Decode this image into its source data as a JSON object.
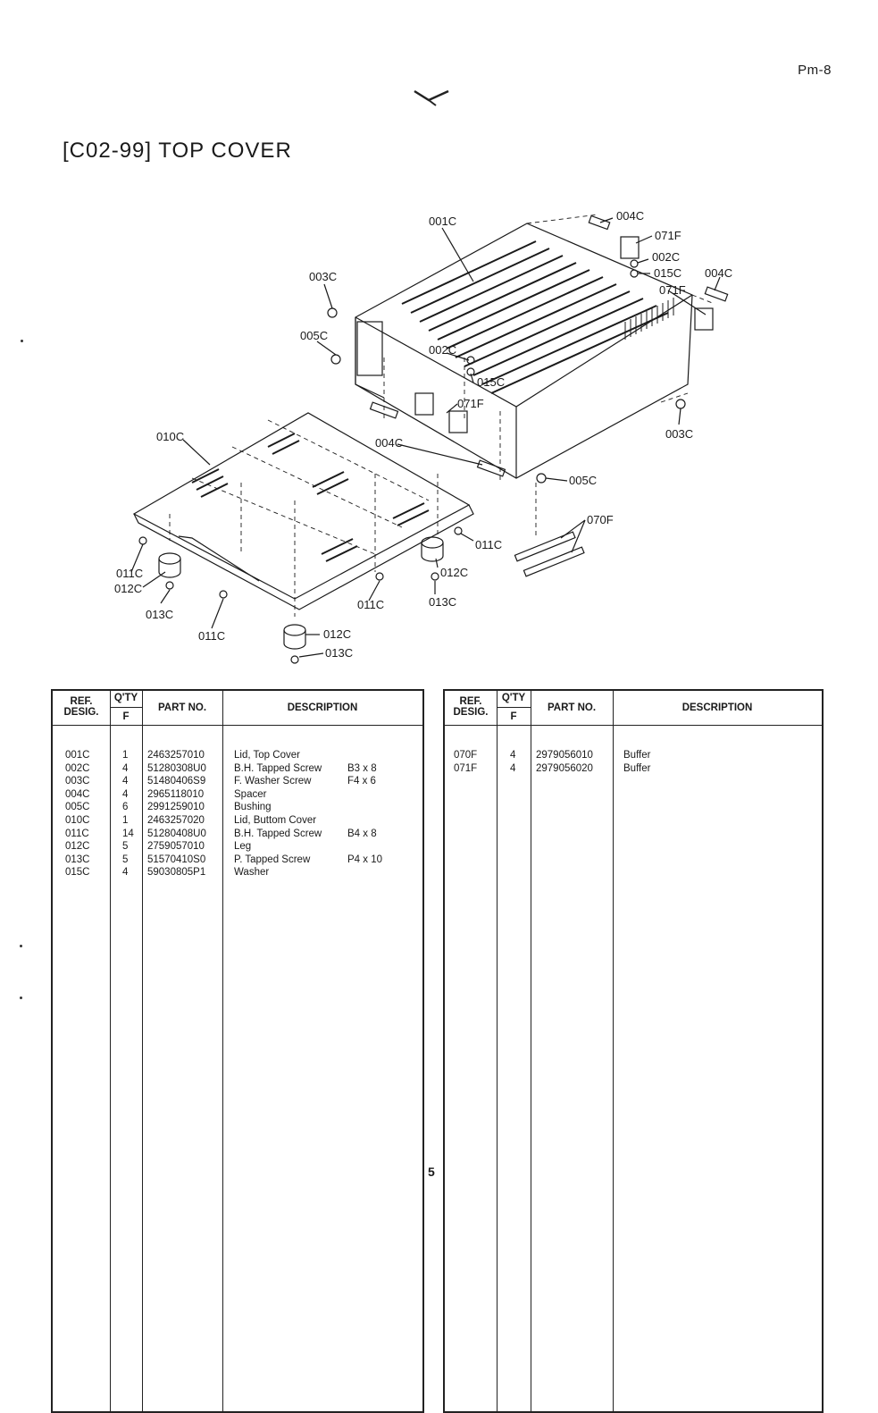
{
  "header": {
    "page_ref": "Pm-8",
    "title": "[C02-99] TOP COVER"
  },
  "diagram_labels": {
    "l001c": "001C",
    "l003c_top": "003C",
    "l005c_top": "005C",
    "l002c_mid": "002C",
    "l015c_mid": "015C",
    "l071f_mid": "071F",
    "l004c_mid": "004C",
    "l004c_tr": "004C",
    "l071f_tr": "071F",
    "l002c_tr": "002C",
    "l015c_tr": "015C",
    "l004c_r": "004C",
    "l071f_r": "071F",
    "l003c_r": "003C",
    "l005c_r": "005C",
    "l070f": "070F",
    "l010c": "010C",
    "l011c_r": "011C",
    "l012c_r": "012C",
    "l013c_r": "013C",
    "l011c_l": "011C",
    "l012c_l": "012C",
    "l013c_l": "013C",
    "l011c_bl": "011C",
    "l011c_bm": "011C",
    "l012c_b": "012C",
    "l013c_b": "013C"
  },
  "table_headers": {
    "ref_line1": "REF.",
    "ref_line2": "DESIG.",
    "qty": "Q'TY",
    "qty_sub": "F",
    "part_no": "PART NO.",
    "description": "DESCRIPTION"
  },
  "left_table": {
    "rows": [
      {
        "ref": "001C",
        "qty": "1",
        "part": "2463257010",
        "desc": "Lid, Top Cover",
        "spec": ""
      },
      {
        "ref": "002C",
        "qty": "4",
        "part": "51280308U0",
        "desc": "B.H. Tapped Screw",
        "spec": "B3 x 8"
      },
      {
        "ref": "003C",
        "qty": "4",
        "part": "51480406S9",
        "desc": "F. Washer Screw",
        "spec": "F4 x 6"
      },
      {
        "ref": "004C",
        "qty": "4",
        "part": "2965118010",
        "desc": "Spacer",
        "spec": ""
      },
      {
        "ref": "005C",
        "qty": "6",
        "part": "2991259010",
        "desc": "Bushing",
        "spec": ""
      },
      {
        "ref": "010C",
        "qty": "1",
        "part": "2463257020",
        "desc": "Lid, Buttom Cover",
        "spec": ""
      },
      {
        "ref": "011C",
        "qty": "14",
        "part": "51280408U0",
        "desc": "B.H. Tapped Screw",
        "spec": "B4 x 8"
      },
      {
        "ref": "012C",
        "qty": "5",
        "part": "2759057010",
        "desc": "Leg",
        "spec": ""
      },
      {
        "ref": "013C",
        "qty": "5",
        "part": "51570410S0",
        "desc": "P. Tapped Screw",
        "spec": "P4 x 10"
      },
      {
        "ref": "015C",
        "qty": "4",
        "part": "59030805P1",
        "desc": "Washer",
        "spec": ""
      }
    ]
  },
  "right_table": {
    "rows": [
      {
        "ref": "070F",
        "qty": "4",
        "part": "2979056010",
        "desc": "Buffer",
        "spec": ""
      },
      {
        "ref": "071F",
        "qty": "4",
        "part": "2979056020",
        "desc": "Buffer",
        "spec": ""
      }
    ]
  },
  "footer": {
    "page_number": "5"
  }
}
